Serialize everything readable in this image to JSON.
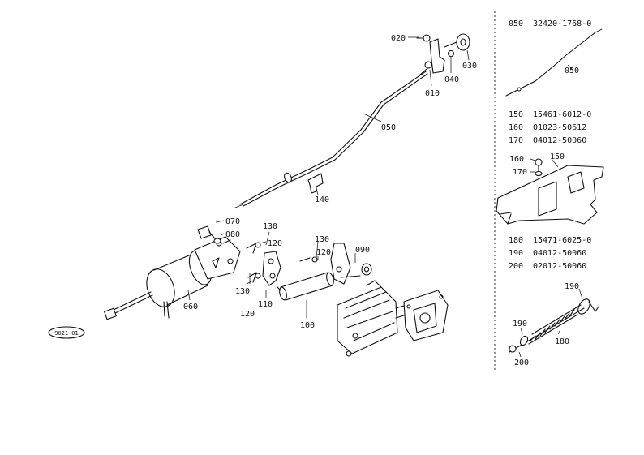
{
  "callouts": {
    "p010": "010",
    "p020": "020",
    "p030": "030",
    "p040": "040",
    "p050_main": "050",
    "p060": "060",
    "p070": "070",
    "p080": "080",
    "p090": "090",
    "p100": "100",
    "p110": "110",
    "p120_a": "120",
    "p120_b": "120",
    "p120_c": "120",
    "p130_a": "130",
    "p130_b": "130",
    "p130_c": "130",
    "p140": "140",
    "p050_side": "050",
    "p150_side": "150",
    "p160_side": "160",
    "p170_side": "170",
    "p180_side": "180",
    "p190_a": "190",
    "p190_b": "190",
    "p200_side": "200"
  },
  "figure_code": "9021-01",
  "parts_list": [
    {
      "ref": "050",
      "part_no": "32420-1768-0"
    },
    {
      "ref": "150",
      "part_no": "15461-6012-0"
    },
    {
      "ref": "160",
      "part_no": "01023-50612"
    },
    {
      "ref": "170",
      "part_no": "04012-50060"
    },
    {
      "ref": "180",
      "part_no": "15471-6025-0"
    },
    {
      "ref": "190",
      "part_no": "04012-50060"
    },
    {
      "ref": "200",
      "part_no": "02012-50060"
    }
  ]
}
